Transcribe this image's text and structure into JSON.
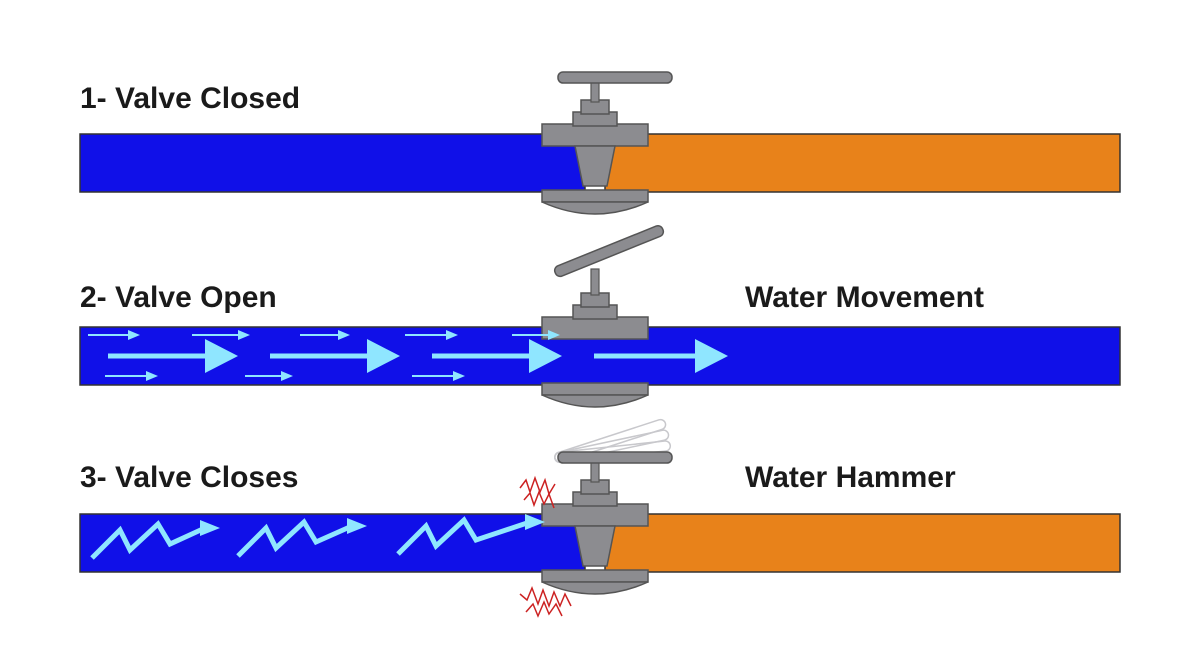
{
  "panels": [
    {
      "id": "closed",
      "label": "1- Valve Closed",
      "side_label": ""
    },
    {
      "id": "open",
      "label": "2- Valve Open",
      "side_label": "Water Movement"
    },
    {
      "id": "closes",
      "label": "3- Valve Closes",
      "side_label": "Water Hammer"
    }
  ],
  "colors": {
    "water": "#1010e8",
    "pipe_right": "#e8821a",
    "valve": "#8c8c90",
    "flow_arrow": "#8fe6ff",
    "shock": "#cc2222"
  },
  "icons": [
    "valve-icon",
    "flow-arrow-icon",
    "shockwave-icon",
    "vibration-icon"
  ]
}
